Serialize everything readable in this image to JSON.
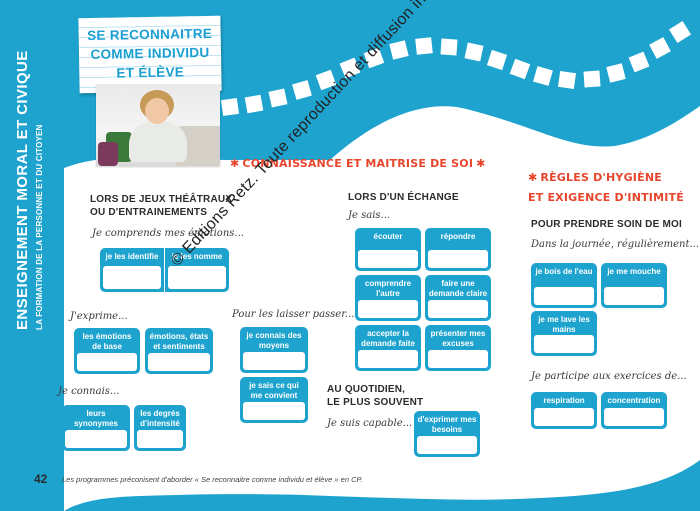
{
  "sidebar": {
    "title": "ENSEIGNEMENT MORAL ET CIVIQUE",
    "subtitle": "LA FORMATION DE LA PERSONNE ET DU CITOYEN"
  },
  "header": {
    "title_line1": "SE RECONNAITRE",
    "title_line2": "COMME INDIVIDU",
    "title_line3": "ET ÉLÈVE"
  },
  "sections": {
    "connaissance": "CONNAISSANCE ET MAITRISE DE SOI",
    "hygiene_line1": "RÈGLES D'HYGIÈNE",
    "hygiene_line2": "ET EXIGENCE D'INTIMITÉ"
  },
  "col1": {
    "heading_line1": "LORS DE JEUX THÉÂTRAUX",
    "heading_line2": "OU D'ENTRAINEMENTS",
    "prompt1": "Je comprends mes émotions...",
    "cards1": [
      "je les identifie",
      "je les nomme"
    ],
    "prompt2": "J'exprime...",
    "cards2": [
      "les émotions de base",
      "émotions, états et sentiments"
    ],
    "prompt3": "Je connais...",
    "cards3": [
      "leurs synonymes",
      "les degrés d'intensité"
    ]
  },
  "col2": {
    "prompt": "Pour les laisser passer...",
    "cards": [
      "je connais des moyens",
      "je sais ce qui me convient"
    ]
  },
  "col3": {
    "heading": "LORS D'UN ÉCHANGE",
    "prompt": "Je sais...",
    "cards": [
      "écouter",
      "répondre",
      "comprendre l'autre",
      "faire une demande claire",
      "accepter la demande faite",
      "présenter mes excuses"
    ],
    "heading2_line1": "AU QUOTIDIEN,",
    "heading2_line2": "LE PLUS SOUVENT",
    "prompt2": "Je suis capable...",
    "card2": "d'exprimer mes besoins"
  },
  "col4": {
    "heading": "POUR PRENDRE SOIN DE MOI",
    "prompt": "Dans la journée, régulièrement...",
    "cards": [
      "je bois de l'eau",
      "je me mouche",
      "je me lave les mains"
    ],
    "prompt2": "Je participe aux exercices de...",
    "cards2": [
      "respiration",
      "concentration"
    ]
  },
  "footer": {
    "page_number": "42",
    "note": "Les programmes préconisent d'aborder « Se reconnaitre comme individu et élève » en CP."
  },
  "watermark": "© Editions Retz. Toute reproduction et diffusion interdites.",
  "colors": {
    "accent_blue": "#1ea3cf",
    "accent_red": "#e8452d"
  }
}
